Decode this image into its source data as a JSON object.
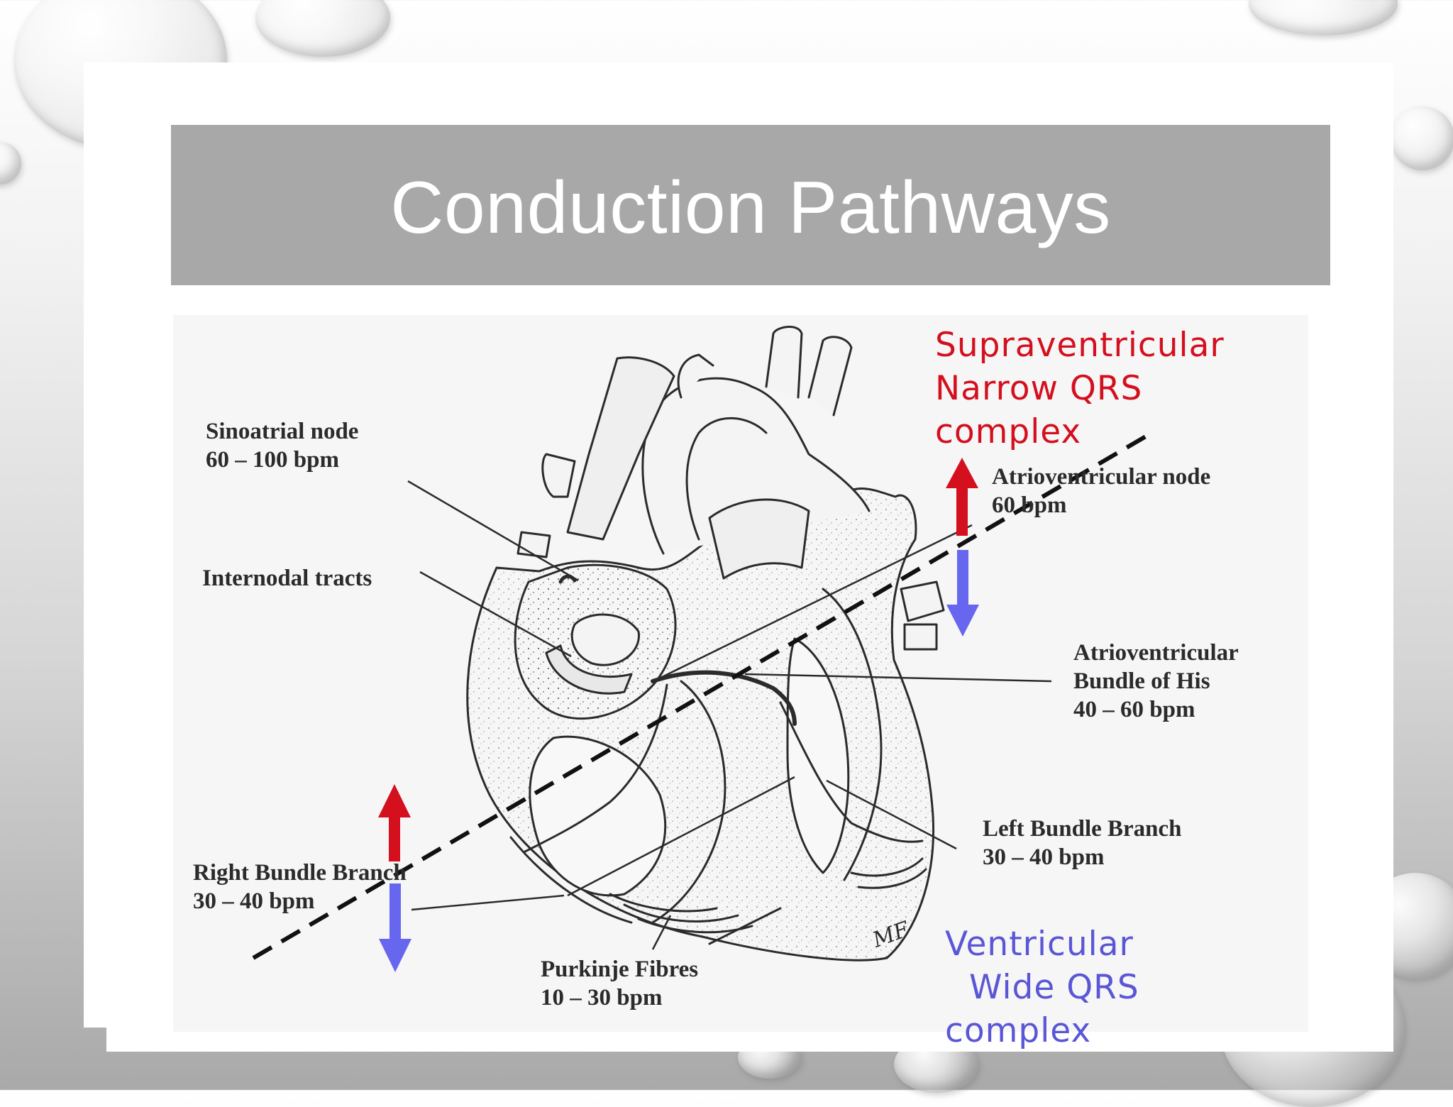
{
  "slide": {
    "title": "Conduction Pathways"
  },
  "labels": {
    "sa_node": {
      "name": "Sinoatrial node",
      "rate": "60 – 100 bpm"
    },
    "internodal": {
      "name": "Internodal tracts"
    },
    "av_node": {
      "name": "Atrioventricular node",
      "rate": "60 bpm"
    },
    "bundle_his": {
      "line1": "Atrioventricular",
      "line2": "Bundle of His",
      "rate": "40 – 60 bpm"
    },
    "left_bundle": {
      "name": "Left Bundle Branch",
      "rate": "30 – 40 bpm"
    },
    "right_bundle": {
      "name": "Right Bundle Branch",
      "rate": "30 – 40 bpm"
    },
    "purkinje": {
      "name": "Purkinje Fibres",
      "rate": "10 – 30 bpm"
    },
    "signature": "MF"
  },
  "annotations": {
    "supraventricular": {
      "line1": "Supraventricular",
      "line2": "Narrow QRS",
      "line3": "complex",
      "color": "#d40f1e"
    },
    "ventricular": {
      "line1": "Ventricular",
      "line2": "Wide QRS",
      "line3": "complex",
      "color": "#5a56d6"
    }
  },
  "colors": {
    "title_bar": "#a8a8a8",
    "arrow_up": "#d40f1e",
    "arrow_down": "#6666ee",
    "dashed_line": "#111111",
    "ink": "#2b2b2b"
  }
}
